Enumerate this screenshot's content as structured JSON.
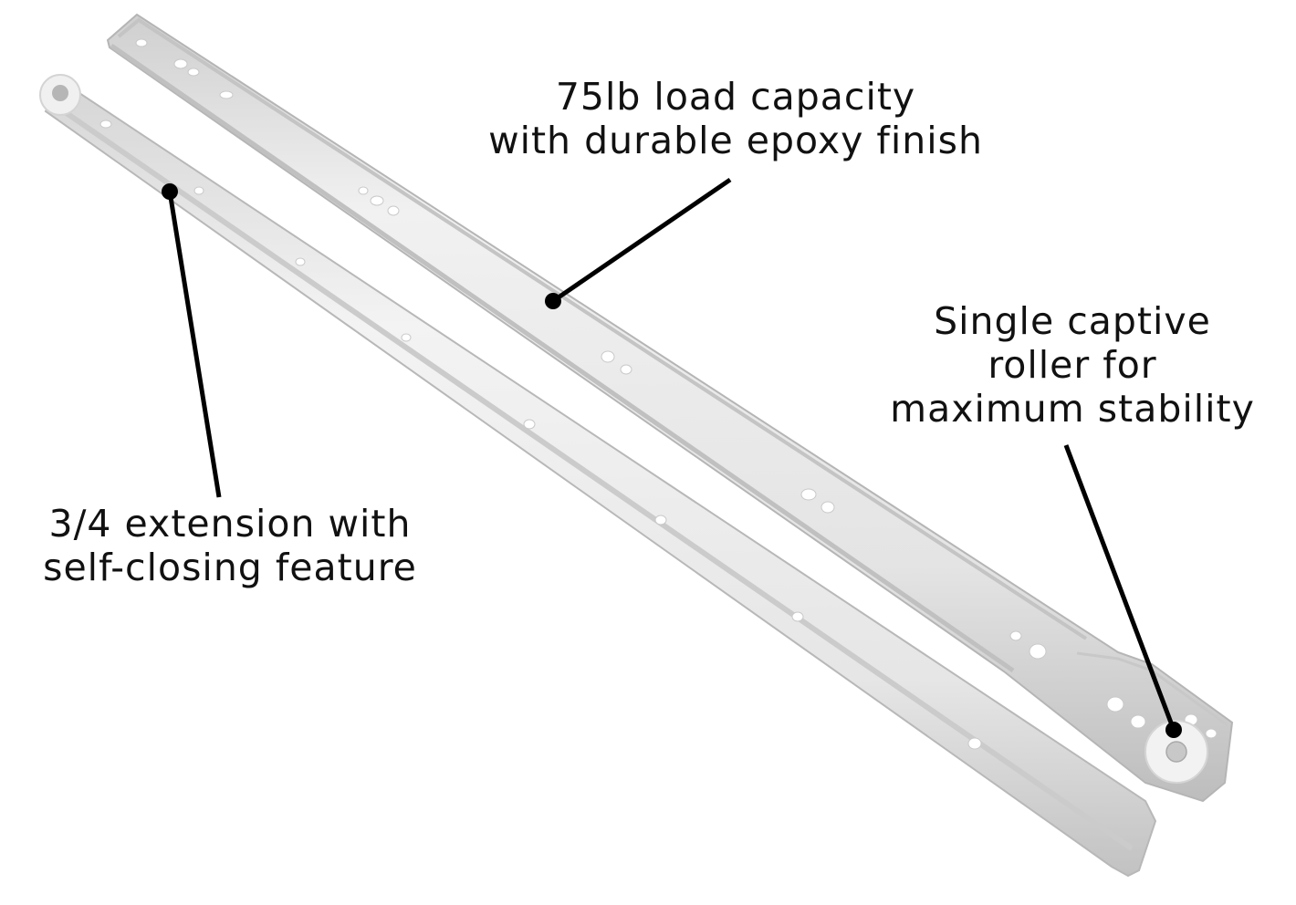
{
  "product": {
    "subject": "drawer slide rail pair",
    "colors": {
      "background": "#ffffff",
      "rail_light": "#eeeeee",
      "rail_mid": "#dcdcdc",
      "rail_shadow": "#b9b9b9",
      "roller": "#f2f2f2",
      "roller_pin": "#c8c8c8",
      "callout_text": "#111111",
      "leader_line": "#000000"
    }
  },
  "callouts": {
    "load": {
      "lines": [
        "75lb load capacity",
        "with durable epoxy finish"
      ]
    },
    "roller": {
      "lines": [
        "Single captive",
        "roller for",
        "maximum stability"
      ]
    },
    "extension": {
      "lines": [
        "3/4 extension with",
        "self-closing feature"
      ]
    }
  }
}
